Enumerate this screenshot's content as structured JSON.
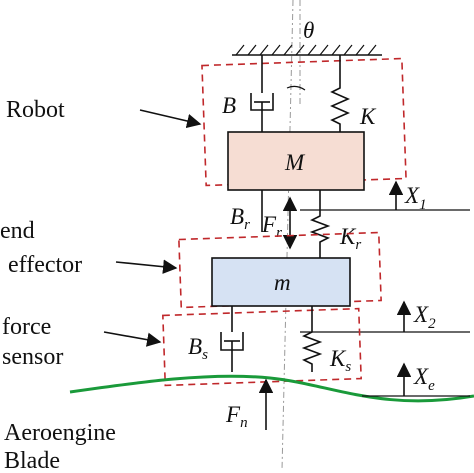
{
  "labels": {
    "robot": "Robot",
    "end_effector_line1": "end",
    "end_effector_line2": "effector",
    "force_sensor_line1": "force",
    "force_sensor_line2": "sensor",
    "blade_line1": "Aeroengine",
    "blade_line2": "Blade"
  },
  "symbols": {
    "theta": "θ",
    "B": "B",
    "K": "K",
    "M": "M",
    "m": "m",
    "Br_main": "B",
    "Br_sub": "r",
    "Fr_main": "F",
    "Fr_sub": "r",
    "Kr_main": "K",
    "Kr_sub": "r",
    "Bs_main": "B",
    "Bs_sub": "s",
    "Ks_main": "K",
    "Ks_sub": "s",
    "Fn_main": "F",
    "Fn_sub": "n",
    "X1_main": "X",
    "X1_sub": "1",
    "X2_main": "X",
    "X2_sub": "2",
    "Xe_main": "X",
    "Xe_sub": "e"
  },
  "colors": {
    "robot_mass_fill": "#f6ddd3",
    "effector_mass_fill": "#d6e2f3",
    "boundary_dashed": "#c0282b",
    "blade_surface": "#1a9a3a"
  }
}
